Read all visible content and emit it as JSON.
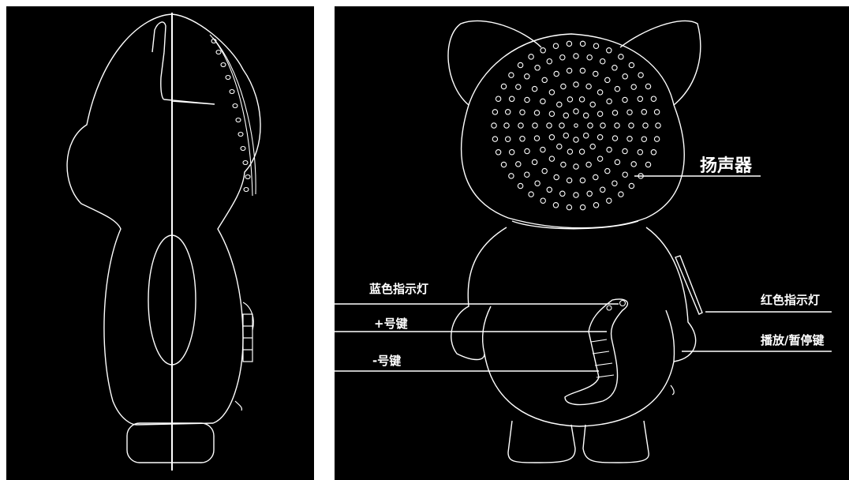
{
  "callouts": {
    "speaker": "扬声器",
    "blue_indicator": "蓝色指示灯",
    "plus_key": "+号键",
    "minus_key": "-号键",
    "red_indicator": "红色指示灯",
    "play_pause_key": "播放/暂停键"
  },
  "colors": {
    "background": "#000000",
    "line": "#ffffff",
    "page": "#ffffff"
  }
}
